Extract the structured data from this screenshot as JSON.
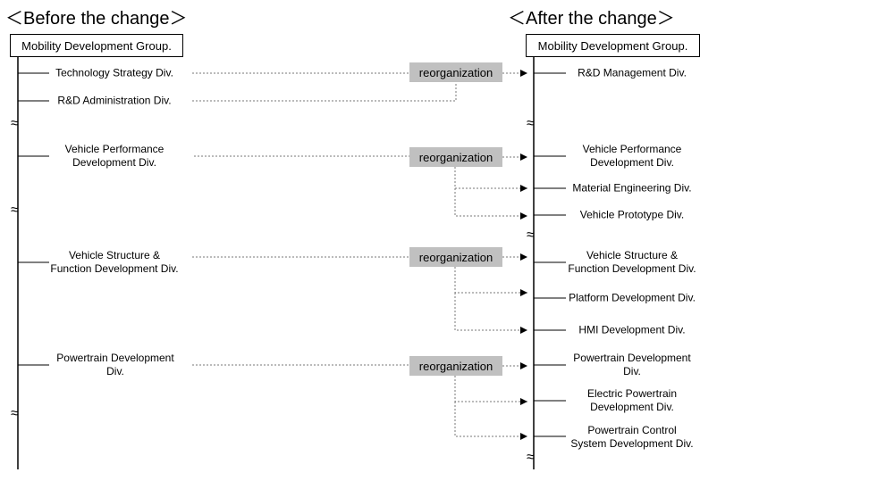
{
  "before_heading": "＜Before the change＞",
  "after_heading": "＜After the change＞",
  "group_before": "Mobility Development Group.",
  "group_after": "Mobility Development Group.",
  "reorg_label": "reorganization",
  "before_divs": [
    "Technology Strategy Div.",
    "R&D Administration Div.",
    "Vehicle Performance\nDevelopment Div.",
    "Vehicle Structure &\nFunction Development Div.",
    "Powertrain Development\nDiv."
  ],
  "after_divs": [
    "R&D Management Div.",
    "Vehicle Performance\nDevelopment Div.",
    "Material Engineering Div.",
    "Vehicle Prototype Div.",
    "Vehicle Structure &\nFunction Development Div.",
    "Platform Development Div.",
    "HMI Development Div.",
    "Powertrain Development\nDiv.",
    "Electric Powertrain\nDevelopment Div.",
    "Powertrain Control\nSystem Development Div."
  ],
  "break_symbol": "≈"
}
